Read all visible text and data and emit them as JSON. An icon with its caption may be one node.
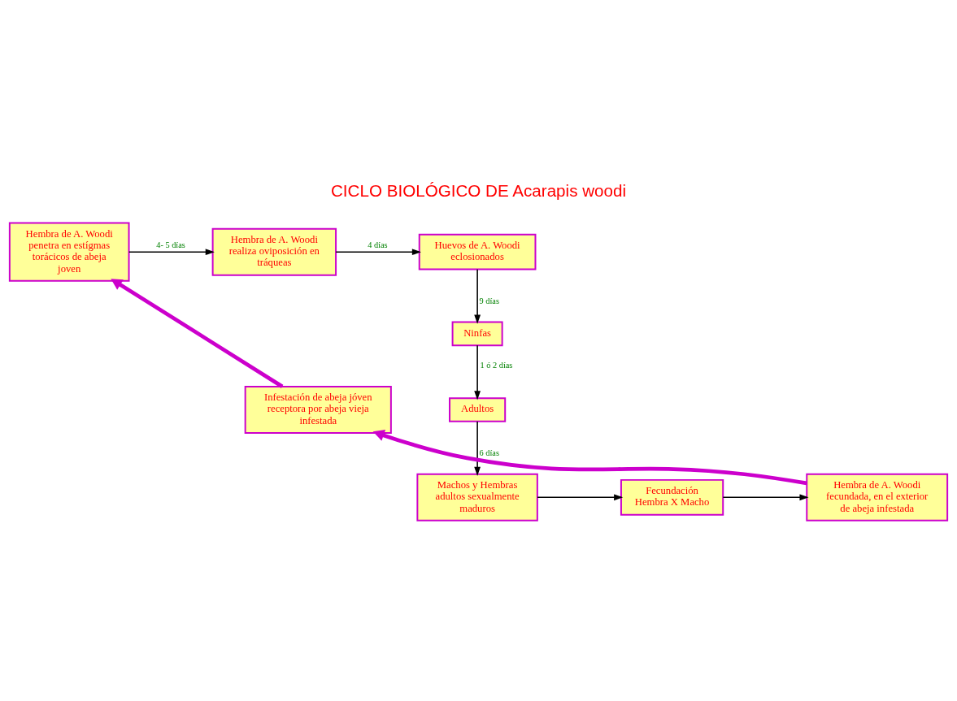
{
  "diagram": {
    "title": "CICLO BIOLÓGICO DE Acarapis woodi",
    "nodes": [
      {
        "text": [
          "Hembra de A. Woodi penetra en estígmas torácicos de abeja joven"
        ]
      },
      {
        "text": [
          "Hembra de A. Woodi realiza oviposición en tráqueas"
        ]
      },
      {
        "text": [
          "Huevos de A. Woodi eclosionados"
        ]
      },
      {
        "text": [
          "Ninfas"
        ]
      },
      {
        "text": [
          "Adultos"
        ]
      },
      {
        "text": [
          "Machos y Hembras adultos sexualmente maduros"
        ]
      },
      {
        "text": [
          "Fecundación",
          "Hembra X Macho"
        ]
      },
      {
        "text": [
          "Hembra de A. Woodi fecundada, en el exterior de abeja infestada"
        ]
      },
      {
        "text": [
          "Infestación de abeja jóven receptora por abeja vieja infestada"
        ]
      }
    ],
    "edges": [
      {
        "from": 0,
        "to": 1,
        "arrow": "to",
        "label": "4- 5 días"
      },
      {
        "from": 1,
        "to": 2,
        "arrow": "to",
        "label": "4 días"
      },
      {
        "from": 2,
        "to": 3,
        "arrow": "to",
        "label": "9 días"
      },
      {
        "from": 3,
        "to": 4,
        "arrow": "to",
        "label": "1 ó 2 días"
      },
      {
        "from": 4,
        "to": 5,
        "arrow": "to",
        "label": "6 días"
      },
      {
        "from": 5,
        "to": 6,
        "arrow": "to"
      },
      {
        "from": 6,
        "to": 7,
        "arrow": "to"
      },
      {
        "from": 7,
        "to": 8,
        "arrow": "to",
        "style": "thick",
        "color": "#cc00cc"
      },
      {
        "from": 8,
        "to": 0,
        "arrow": "to",
        "style": "thick",
        "color": "#cc00cc"
      }
    ]
  }
}
